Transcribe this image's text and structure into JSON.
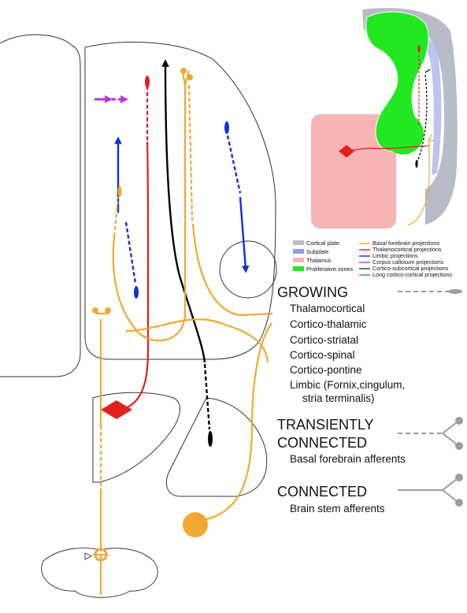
{
  "colors": {
    "thalamocortical": "#e32020",
    "basal_forebrain": "#f0a930",
    "cortical_black": "#000000",
    "limbic_blue": "#1330d8",
    "commissural_purple": "#bb35e0",
    "thalamus_fill": "#f6b4b4",
    "proliferative_green": "#22e822",
    "cortical_plate_grey": "#b8bcc8",
    "subplate_blue": "#8c9ee6",
    "legend_grey": "#9c9c9c",
    "outline": "#222222"
  },
  "inset_legend": {
    "left": [
      {
        "label": "Cortical plate",
        "color": "#b8bcc8"
      },
      {
        "label": "Subplate",
        "color": "#8c9ee6"
      },
      {
        "label": "Thalamus",
        "color": "#f6b4b4"
      },
      {
        "label": "Proliferative zones",
        "color": "#22e822"
      }
    ],
    "right": [
      {
        "label": "Basal forebrain projections",
        "color": "#f0a930"
      },
      {
        "label": "Thalamocortical projections",
        "color": "#e32020"
      },
      {
        "label": "Limbic projections",
        "color": "#1330d8"
      },
      {
        "label": "Corpus callosum projections",
        "color": "#bb35e0"
      },
      {
        "label": "Cortico-subcortical projections",
        "color": "#333333"
      },
      {
        "label": "Long cortico-cortical projections",
        "color": "#22a822"
      }
    ]
  },
  "legend": {
    "growing": {
      "title": "GROWING",
      "items": [
        "Thalamocortical",
        "Cortico-thalamic",
        "Cortico-striatal",
        "Cortico-spinal",
        "Cortico-pontine",
        "Limbic (Fornix,cingulum,",
        "stria terminalis)"
      ]
    },
    "transient": {
      "title_line1": "TRANSIENTLY",
      "title_line2": "CONNECTED",
      "subtitle": "Basal forebrain afferents"
    },
    "connected": {
      "title": "CONNECTED",
      "subtitle": "Brain stem afferents"
    }
  }
}
